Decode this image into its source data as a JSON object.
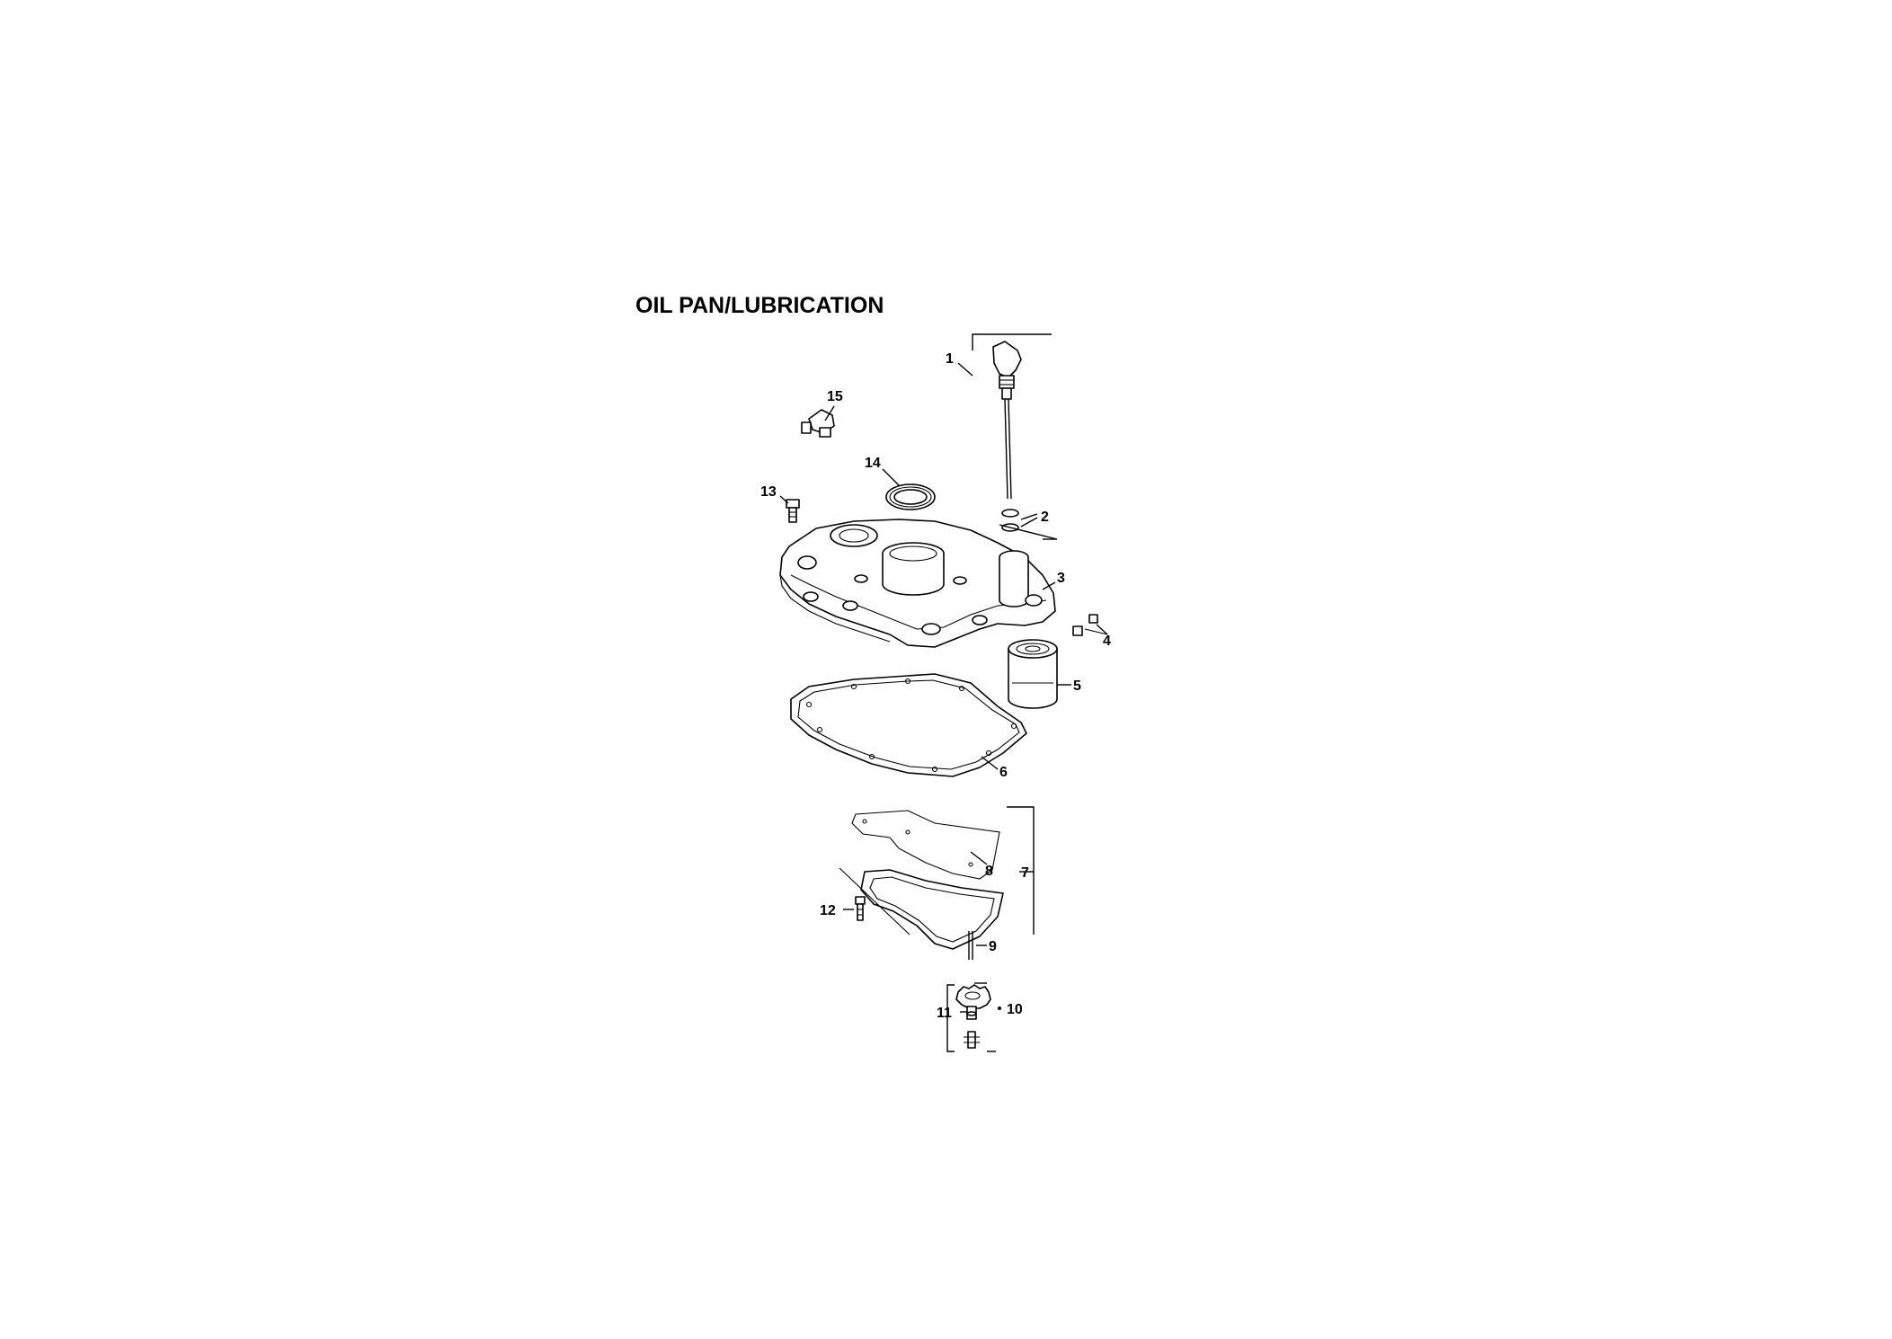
{
  "title": "OIL PAN/LUBRICATION",
  "callouts": {
    "p1": "1",
    "p2": "2",
    "p3": "3",
    "p4": "4",
    "p5": "5",
    "p6": "6",
    "p7": "7",
    "p8": "8",
    "p9": "9",
    "p10": "10",
    "p11": "11",
    "p12": "12",
    "p13": "13",
    "p14": "14",
    "p15": "15"
  }
}
